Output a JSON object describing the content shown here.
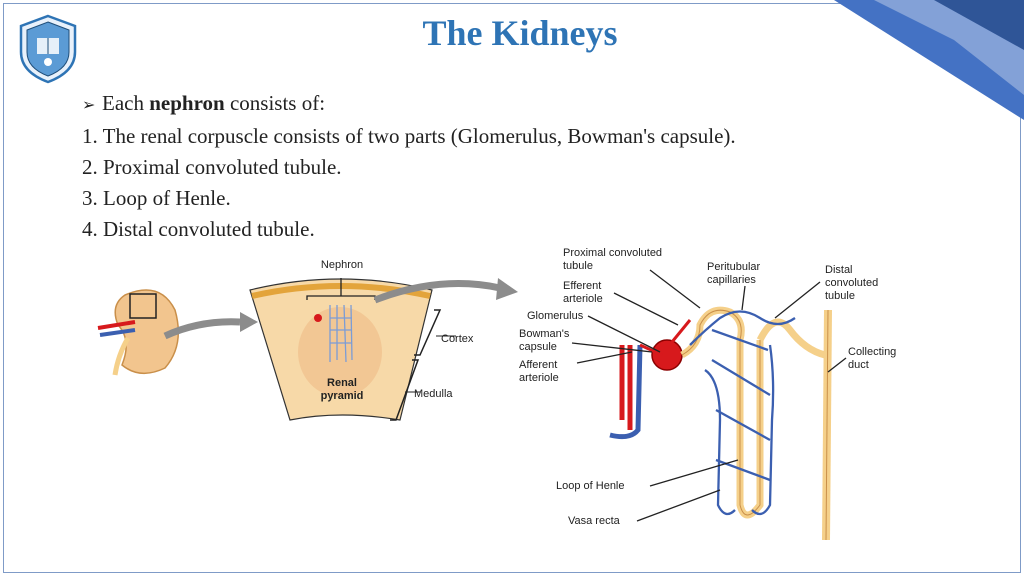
{
  "slide": {
    "title": "The Kidneys",
    "intro": {
      "bullet_prefix": "Each",
      "bold_word": "nephron",
      "suffix": "consists of:"
    },
    "items": [
      "1. The renal corpuscle consists of two parts (Glomerulus, Bowman's capsule).",
      "2. Proximal convoluted tubule.",
      "3. Loop of Henle.",
      "4. Distal convoluted tubule."
    ]
  },
  "diagram": {
    "labels": {
      "nephron": "Nephron",
      "cortex": "Cortex",
      "renal_pyramid_1": "Renal",
      "renal_pyramid_2": "pyramid",
      "medulla": "Medulla",
      "proximal_1": "Proximal convoluted",
      "proximal_2": "tubule",
      "efferent_1": "Efferent",
      "efferent_2": "arteriole",
      "glomerulus": "Glomerulus",
      "bowman_1": "Bowman's",
      "bowman_2": "capsule",
      "afferent_1": "Afferent",
      "afferent_2": "arteriole",
      "peritubular_1": "Peritubular",
      "peritubular_2": "capillaries",
      "distal_1": "Distal",
      "distal_2": "convoluted",
      "distal_3": "tubule",
      "collecting_1": "Collecting",
      "collecting_2": "duct",
      "loop": "Loop of Henle",
      "vasa": "Vasa recta"
    }
  },
  "colors": {
    "title": "#2e74b5",
    "corner_blue": "#4472c4",
    "tubule": "#f5d08a",
    "artery": "#d7191c",
    "vein": "#3b5fb0"
  }
}
